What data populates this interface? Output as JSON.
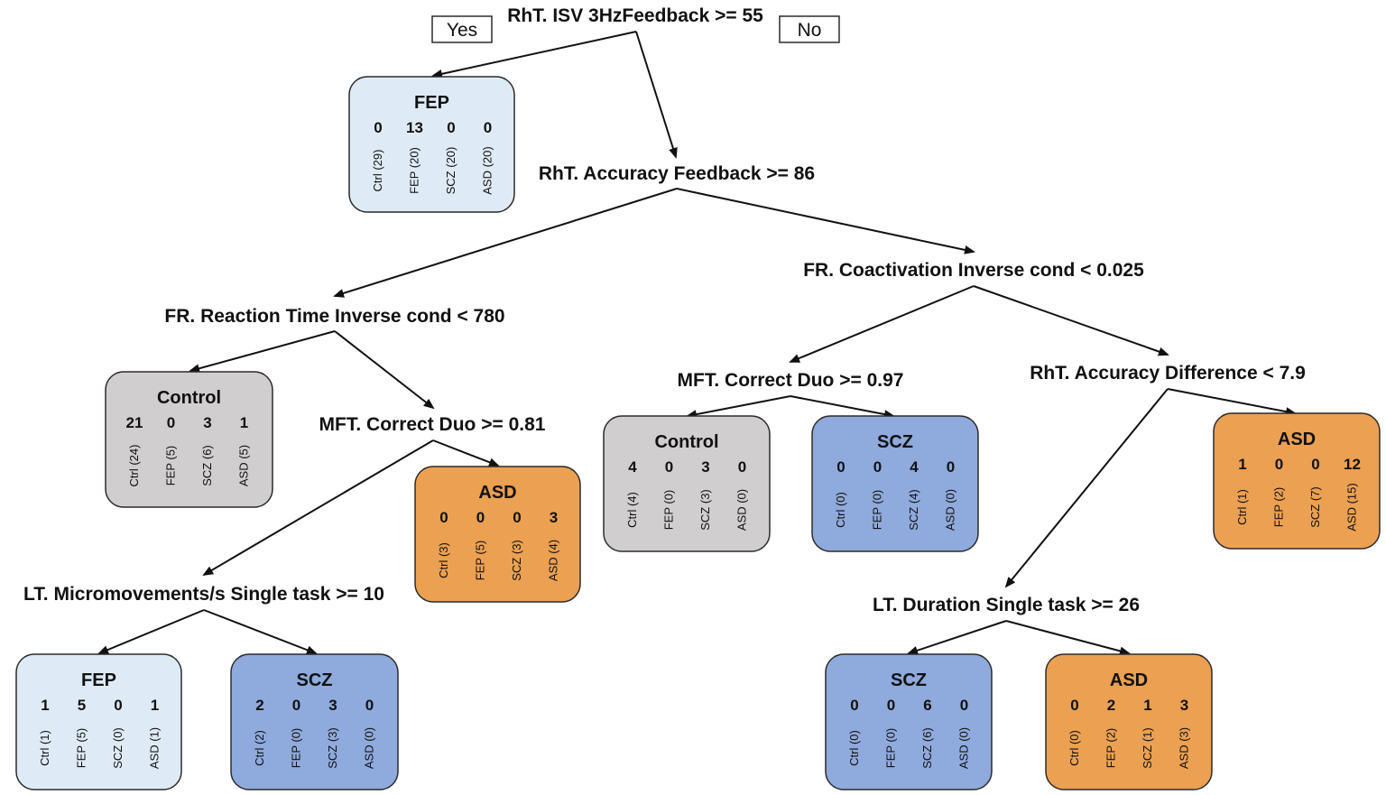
{
  "legend": {
    "yes": "Yes",
    "no": "No"
  },
  "colors": {
    "FEP": "#deebf7",
    "Control": "#d0cece",
    "SCZ": "#8faadc",
    "ASD": "#eba052",
    "border": "#2b2b2b"
  },
  "conditions": {
    "c1": "RhT. ISV 3HzFeedback >= 55",
    "c2": "RhT. Accuracy Feedback >= 86",
    "c3": "FR. Reaction Time Inverse cond < 780",
    "c4": "FR. Coactivation Inverse cond < 0.025",
    "c5": "MFT. Correct Duo >= 0.81",
    "c6": "MFT. Correct Duo >= 0.97",
    "c7": "RhT. Accuracy Difference < 7.9",
    "c8": "LT. Micromovements/s Single task >= 10",
    "c9": "LT. Duration Single task >= 26"
  },
  "leaves": {
    "n1": {
      "label": "FEP",
      "class": "FEP",
      "counts": [
        "0",
        "13",
        "0",
        "0"
      ],
      "cats": [
        "Ctrl (29)",
        "FEP (20)",
        "SCZ (20)",
        "ASD (20)"
      ]
    },
    "n2": {
      "label": "Control",
      "class": "Control",
      "counts": [
        "21",
        "0",
        "3",
        "1"
      ],
      "cats": [
        "Ctrl (24)",
        "FEP (5)",
        "SCZ (6)",
        "ASD (5)"
      ]
    },
    "n3": {
      "label": "ASD",
      "class": "ASD",
      "counts": [
        "0",
        "0",
        "0",
        "3"
      ],
      "cats": [
        "Ctrl (3)",
        "FEP (5)",
        "SCZ (3)",
        "ASD (4)"
      ]
    },
    "n4": {
      "label": "FEP",
      "class": "FEP",
      "counts": [
        "1",
        "5",
        "0",
        "1"
      ],
      "cats": [
        "Ctrl (1)",
        "FEP (5)",
        "SCZ (0)",
        "ASD (1)"
      ]
    },
    "n5": {
      "label": "SCZ",
      "class": "SCZ",
      "counts": [
        "2",
        "0",
        "3",
        "0"
      ],
      "cats": [
        "Ctrl (2)",
        "FEP (0)",
        "SCZ (3)",
        "ASD (0)"
      ]
    },
    "n6": {
      "label": "Control",
      "class": "Control",
      "counts": [
        "4",
        "0",
        "3",
        "0"
      ],
      "cats": [
        "Ctrl (4)",
        "FEP (0)",
        "SCZ (3)",
        "ASD (0)"
      ]
    },
    "n7": {
      "label": "SCZ",
      "class": "SCZ",
      "counts": [
        "0",
        "0",
        "4",
        "0"
      ],
      "cats": [
        "Ctrl (0)",
        "FEP (0)",
        "SCZ (4)",
        "ASD (0)"
      ]
    },
    "n8": {
      "label": "ASD",
      "class": "ASD",
      "counts": [
        "1",
        "0",
        "0",
        "12"
      ],
      "cats": [
        "Ctrl (1)",
        "FEP (2)",
        "SCZ (7)",
        "ASD (15)"
      ]
    },
    "n9": {
      "label": "SCZ",
      "class": "SCZ",
      "counts": [
        "0",
        "0",
        "6",
        "0"
      ],
      "cats": [
        "Ctrl (0)",
        "FEP (0)",
        "SCZ (6)",
        "ASD (0)"
      ]
    },
    "n10": {
      "label": "ASD",
      "class": "ASD",
      "counts": [
        "0",
        "2",
        "1",
        "3"
      ],
      "cats": [
        "Ctrl (0)",
        "FEP (2)",
        "SCZ (1)",
        "ASD (3)"
      ]
    }
  }
}
